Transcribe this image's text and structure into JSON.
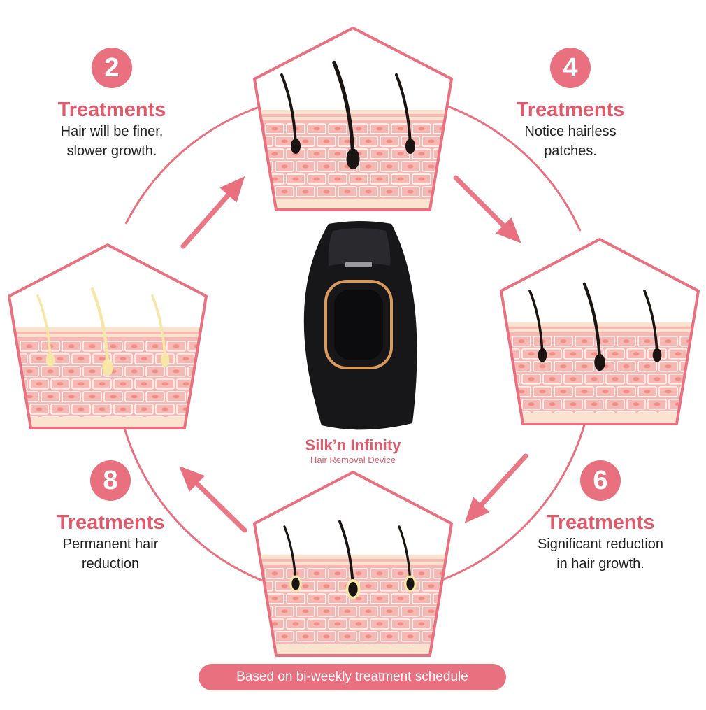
{
  "colors": {
    "accent": "#e8707f",
    "accent_dark": "#df5b6c",
    "skin_pink": "#f5b8b3",
    "skin_cell": "#f08e87",
    "skin_cream": "#fbe4cf",
    "hair_dark": "#1a1412",
    "hair_light": "#f6e7a6",
    "device_body": "#17171a",
    "device_trim": "#d79a5c"
  },
  "steps": [
    {
      "count": "2",
      "label": "Treatments",
      "description": [
        "Hair will be finer,",
        "slower growth."
      ]
    },
    {
      "count": "4",
      "label": "Treatments",
      "description": [
        "Notice hairless",
        "patches."
      ]
    },
    {
      "count": "6",
      "label": "Treatments",
      "description": [
        "Significant reduction",
        "in hair growth."
      ]
    },
    {
      "count": "8",
      "label": "Treatments",
      "description": [
        "Permanent hair",
        "reduction"
      ]
    }
  ],
  "device": {
    "brand": "Silk’n Infinity",
    "subtitle": "Hair Removal Device"
  },
  "footer": {
    "note": "Based on bi-weekly treatment schedule"
  }
}
